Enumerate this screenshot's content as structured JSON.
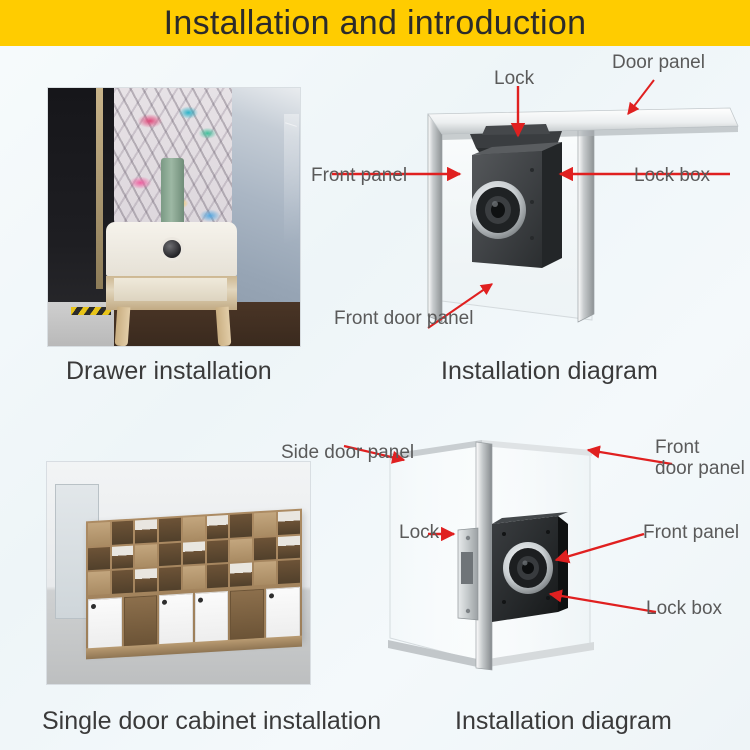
{
  "header": {
    "title": "Installation and introduction",
    "background_color": "#FFCC00",
    "text_color": "#2b2b2b"
  },
  "theme": {
    "page_background": "#f2f7f9",
    "label_color": "#5a5a5a",
    "caption_color": "#3a3a3a",
    "arrow_color": "#e02020"
  },
  "panels": {
    "top_left": {
      "type": "photo",
      "subject": "nightstand-drawer-with-lock",
      "caption": "Drawer installation"
    },
    "top_right": {
      "type": "diagram",
      "subject": "drawer-lock-installation-diagram",
      "caption": "Installation diagram",
      "labels": {
        "lock": "Lock",
        "door_panel": "Door panel",
        "front_panel": "Front panel",
        "lock_box": "Lock box",
        "front_door_panel": "Front door panel"
      }
    },
    "bottom_left": {
      "type": "photo",
      "subject": "office-shelving-cabinet-units",
      "caption": "Single door cabinet installation"
    },
    "bottom_right": {
      "type": "diagram",
      "subject": "single-door-cabinet-lock-installation-diagram",
      "caption": "Installation diagram",
      "labels": {
        "side_door_panel": "Side door panel",
        "front_door_panel_line1": "Front",
        "front_door_panel_line2": "door panel",
        "lock": "Lock",
        "front_panel": "Front panel",
        "lock_box": "Lock box"
      }
    }
  }
}
